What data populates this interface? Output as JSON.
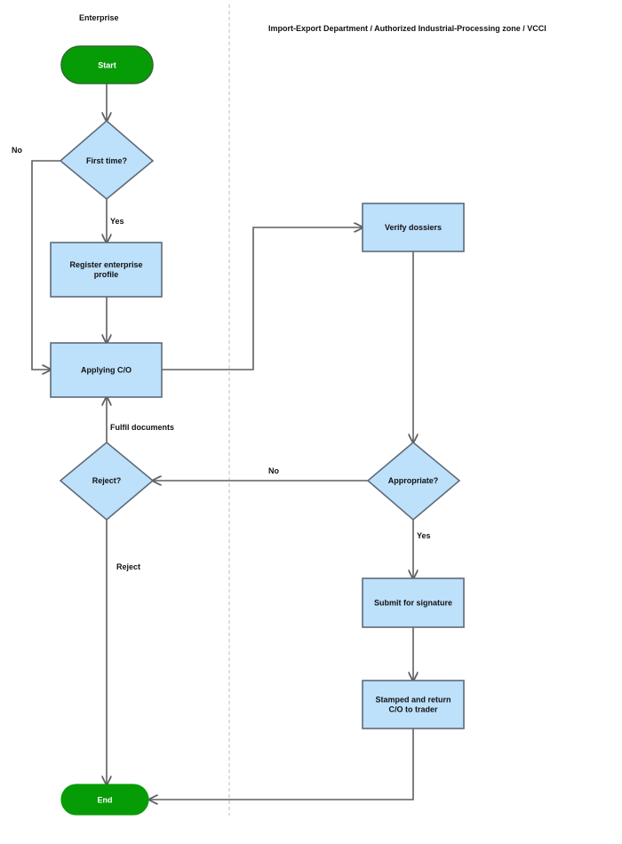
{
  "lanes": {
    "left": "Enterprise",
    "right": "Import-Export Department / Authorized Industrial-Processing zone / VCCI"
  },
  "colors": {
    "terminal_fill": "#069c06",
    "terminal_stroke": "#2f6b2f",
    "node_fill": "#bde0fb",
    "node_stroke": "#5f6b77",
    "edge": "#5f5f5f",
    "lane_divider": "#c8c8c8"
  },
  "nodes": {
    "start": "Start",
    "first_time": "First time?",
    "register": [
      "Register enterprise",
      "profile"
    ],
    "applying": "Applying C/O",
    "reject_q": "Reject?",
    "end": "End",
    "verify": "Verify dossiers",
    "appropriate": "Appropriate?",
    "submit": "Submit for signature",
    "stamped": [
      "Stamped and return",
      "C/O to trader"
    ]
  },
  "edges": {
    "no_first": "No",
    "yes_first": "Yes",
    "fulfil": "Fulfil documents",
    "no_appropriate": "No",
    "yes_appropriate": "Yes",
    "reject": "Reject"
  }
}
